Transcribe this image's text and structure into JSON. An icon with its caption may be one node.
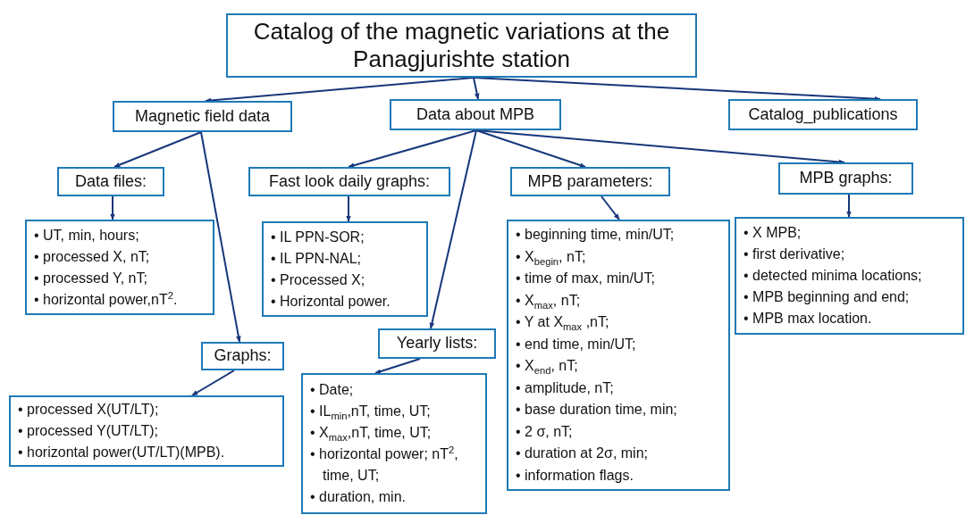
{
  "diagram": {
    "nodes": [
      {
        "text": [
          "Catalog of the magnetic variations at the Panagjurishte station"
        ]
      },
      {
        "text": [
          "Magnetic field data"
        ]
      },
      {
        "text": [
          "Data about MPB"
        ]
      },
      {
        "text": [
          "Catalog_publications"
        ]
      },
      {
        "text": [
          "Data files:"
        ]
      },
      {
        "text": [
          "• UT, min, hours;",
          "• processed X, nT;",
          "• processed Y, nT;",
          "• horizontal power,nT$^{2}$."
        ]
      },
      {
        "text": [
          "Fast look daily graphs:"
        ]
      },
      {
        "text": [
          "• IL PPN-SOR;",
          "• IL PPN-NAL;",
          "• Processed X;",
          "• Horizontal power."
        ]
      },
      {
        "text": [
          "MPB parameters:"
        ]
      },
      {
        "text": [
          "MPB graphs:"
        ]
      },
      {
        "text": [
          "• beginning time, min/UT;",
          "• X$_{begin}$, nT;",
          "• time of max, min/UT;",
          "• X$_{max}$, nT;",
          "• Y at X$_{max}$ ,nT;",
          "• end time, min/UT;",
          "• X$_{end}$, nT;",
          "• amplitude, nT;",
          "• base duration time, min;",
          "• 2 σ, nT;",
          "• duration at 2σ, min;",
          "• information flags."
        ]
      },
      {
        "text": [
          "• X MPB;",
          "• first derivative;",
          "• detected minima locations;",
          "• MPB beginning and end;",
          "• MPB max location."
        ]
      },
      {
        "text": [
          "Graphs:"
        ]
      },
      {
        "text": [
          "• processed X(UT/LT);",
          "• processed Y(UT/LT);",
          "• horizontal power(UT/LT)(MPB)."
        ]
      },
      {
        "text": [
          "Yearly lists:"
        ]
      },
      {
        "text": [
          "• Date;",
          "• IL$_{min}$,nT, time, UT;",
          "• X$_{max}$,nT, time, UT;",
          "• horizontal power; nT$^{2}$, time, UT;",
          "• duration, min."
        ]
      }
    ],
    "edges": [
      {
        "from": 0,
        "to": 1,
        "arrow": "to"
      },
      {
        "from": 0,
        "to": 2,
        "arrow": "to"
      },
      {
        "from": 0,
        "to": 3,
        "arrow": "to"
      },
      {
        "from": 1,
        "to": 4,
        "arrow": "to"
      },
      {
        "from": 1,
        "to": 12,
        "arrow": "to"
      },
      {
        "from": 4,
        "to": 5,
        "arrow": "to"
      },
      {
        "from": 2,
        "to": 6,
        "arrow": "to"
      },
      {
        "from": 2,
        "to": 14,
        "arrow": "to"
      },
      {
        "from": 2,
        "to": 8,
        "arrow": "to"
      },
      {
        "from": 2,
        "to": 9,
        "arrow": "to"
      },
      {
        "from": 6,
        "to": 7,
        "arrow": "to"
      },
      {
        "from": 8,
        "to": 10,
        "arrow": "to"
      },
      {
        "from": 9,
        "to": 11,
        "arrow": "to"
      },
      {
        "from": 12,
        "to": 13,
        "arrow": "to"
      },
      {
        "from": 14,
        "to": 15,
        "arrow": "to"
      }
    ]
  }
}
